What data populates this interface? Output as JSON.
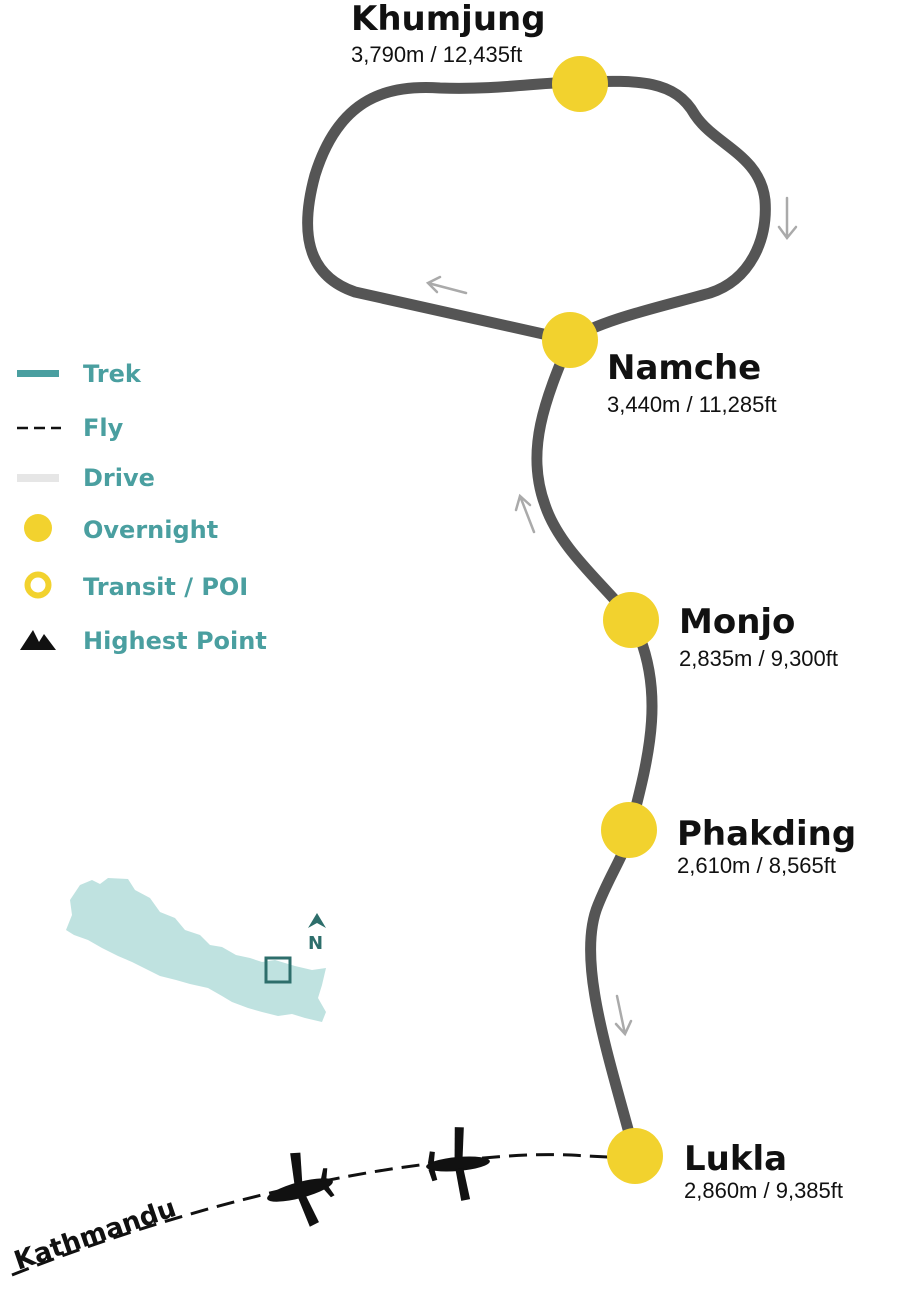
{
  "colors": {
    "route": "#555555",
    "overnight": "#f2d22e",
    "legend_text": "#4a9fa0",
    "trek_swatch": "#4a9fa0",
    "drive_swatch": "#e6e6e6",
    "arrow": "#aaaaaa",
    "inset_fill": "#bfe2e0",
    "inset_marker": "#2d6e6b"
  },
  "stops": [
    {
      "name": "Khumjung",
      "elevation": "3,790m / 12,435ft",
      "type": "overnight"
    },
    {
      "name": "Namche",
      "elevation": "3,440m / 11,285ft",
      "type": "overnight"
    },
    {
      "name": "Monjo",
      "elevation": "2,835m / 9,300ft",
      "type": "overnight"
    },
    {
      "name": "Phakding",
      "elevation": "2,610m / 8,565ft",
      "type": "overnight"
    },
    {
      "name": "Lukla",
      "elevation": "2,860m / 9,385ft",
      "type": "overnight"
    }
  ],
  "fly_origin": "Kathmandu",
  "legend": [
    {
      "label": "Trek",
      "icon": "trek-line-icon"
    },
    {
      "label": "Fly",
      "icon": "fly-dashed-line-icon"
    },
    {
      "label": "Drive",
      "icon": "drive-line-icon"
    },
    {
      "label": "Overnight",
      "icon": "overnight-dot-icon"
    },
    {
      "label": "Transit / POI",
      "icon": "transit-ring-icon"
    },
    {
      "label": "Highest Point",
      "icon": "mountain-icon"
    }
  ],
  "inset": {
    "north_label": "N",
    "country_icon": "nepal-map-icon"
  },
  "icons": {
    "plane": "airplane-icon",
    "direction": "arrow-icon"
  }
}
